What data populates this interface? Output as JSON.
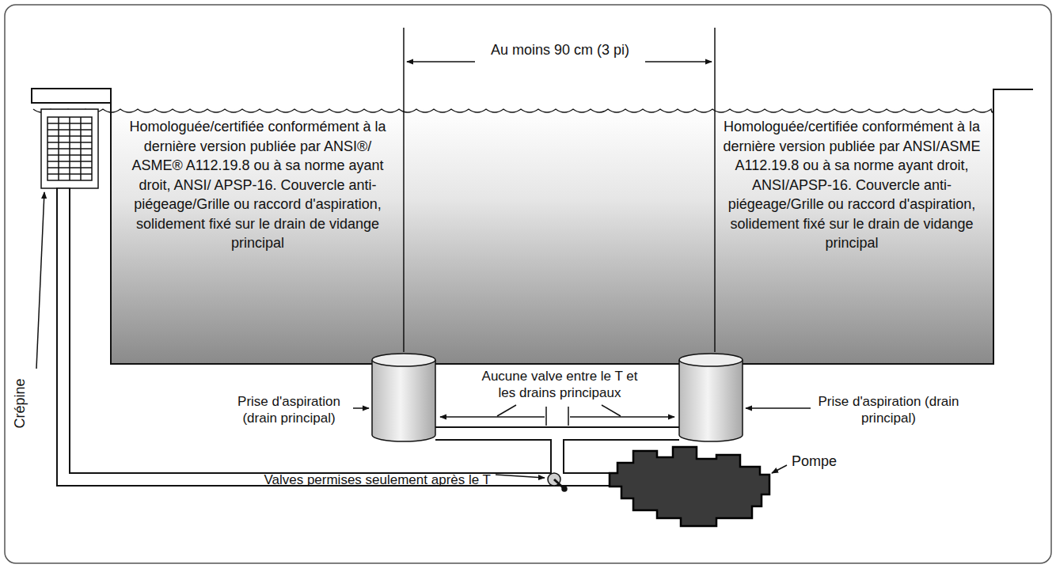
{
  "diagram": {
    "labels": [
      "Au moins 90 cm (3 pi)",
      "Homologuée/certifiée conformément à la dernière version publiée par ANSI®/ ASME® A112.19.8 ou à sa norme ayant droit, ANSI/ APSP-16. Couvercle anti-piégeage/Grille ou raccord d'aspiration, solidement fixé sur le drain de vidange principal",
      "Homologuée/certifiée conformément à la dernière version publiée par ANSI/ASME A112.19.8 ou à sa norme ayant droit, ANSI/APSP-16. Couvercle anti-piégeage/Grille ou raccord d'aspiration, solidement fixé sur le drain de vidange principal",
      "Aucune valve entre le T et les drains principaux",
      "Prise d'aspiration (drain principal)",
      "Prise d'aspiration (drain principal)",
      "Valves permises seulement après le T",
      "Pompe",
      "Crépine"
    ]
  }
}
